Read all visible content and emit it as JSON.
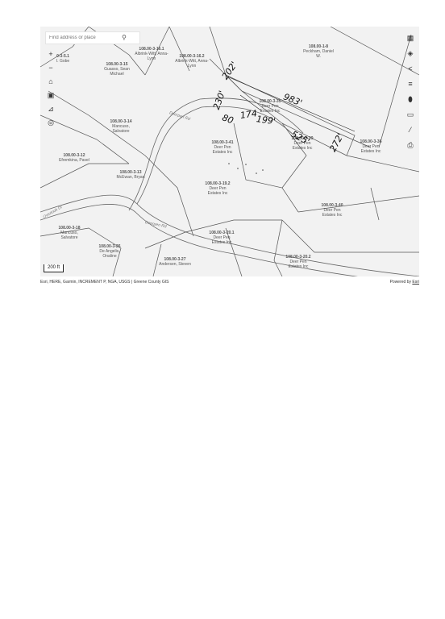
{
  "search": {
    "placeholder": "Find address or place"
  },
  "left_tools": [
    {
      "name": "zoom-in-icon",
      "glyph": "+"
    },
    {
      "name": "zoom-out-icon",
      "glyph": "−"
    },
    {
      "name": "home-icon",
      "glyph": "⌂"
    },
    {
      "name": "image-icon",
      "glyph": "▣"
    },
    {
      "name": "chart-icon",
      "glyph": "⊿"
    },
    {
      "name": "locate-icon",
      "glyph": "◎"
    }
  ],
  "right_tools": [
    {
      "name": "basemap-gallery-icon",
      "glyph": "▦"
    },
    {
      "name": "layers-icon",
      "glyph": "◈"
    },
    {
      "name": "share-icon",
      "glyph": "<"
    },
    {
      "name": "legend-icon",
      "glyph": "≡"
    },
    {
      "name": "marker-icon",
      "glyph": "⬮"
    },
    {
      "name": "bookmark-icon",
      "glyph": "▭"
    },
    {
      "name": "measure-icon",
      "glyph": "⁄"
    },
    {
      "name": "print-icon",
      "glyph": "⎙"
    }
  ],
  "parcels": [
    {
      "id": "0-3-5.1",
      "owner": "I. Gobe"
    },
    {
      "id": "108.00-3-15",
      "owner": "Guasso, Sean Michael"
    },
    {
      "id": "108.00-3-16.1",
      "owner": "Albrink-Witt, Anna-Lynn"
    },
    {
      "id": "108.00-3-16.2",
      "owner": "Albrink-Witt, Anna-Lynn"
    },
    {
      "id": "108.00-1-8",
      "owner": "Peckham, Daniel W."
    },
    {
      "id": "108.00-3-35",
      "owner": "Deer Pen Estates Inc"
    },
    {
      "id": "108.00-3-14",
      "owner": "Mancuso, Salvatore"
    },
    {
      "id": "108.00-3-39",
      "owner": "Deer Pen Estates Inc"
    },
    {
      "id": "108.00-3-36",
      "owner": "Deer Pen Estates Inc"
    },
    {
      "id": "108.00-3-41",
      "owner": "Deer Pen Estates Inc"
    },
    {
      "id": "108.00-3-12",
      "owner": "Efremkina, Pavel"
    },
    {
      "id": "108.00-3-13",
      "owner": "McEwan, Bryan"
    },
    {
      "id": "108.00-3-19.2",
      "owner": "Deer Pen Estates Inc"
    },
    {
      "id": "108.00-3-40",
      "owner": "Deer Pen Estates Inc"
    },
    {
      "id": "108.00-3-18",
      "owner": "Mancuso, Salvatore"
    },
    {
      "id": "108.00-3-20.1",
      "owner": "Deer Pen Estates Inc"
    },
    {
      "id": "108.00-3-26",
      "owner": "De Angelis, Onaline"
    },
    {
      "id": "108.00-3-27",
      "owner": "Andersen, Steven"
    },
    {
      "id": "108.00-3-20.2",
      "owner": "Deer Pen Estates Inc"
    }
  ],
  "roads": [
    {
      "label": "Deerpen Rd"
    },
    {
      "label": "Overlook Dr"
    },
    {
      "label": "Deerpen Rd"
    }
  ],
  "annotations": [
    "202'",
    "983'",
    "230'",
    "80",
    "174",
    "199'",
    "525'",
    "272'"
  ],
  "scale_label": "200 ft",
  "attribution": "Esri, HERE, Garmin, INCREMENT P, NGA, USGS | Greene County GIS",
  "powered_by": "Powered by",
  "powered_by_link": "Esri"
}
